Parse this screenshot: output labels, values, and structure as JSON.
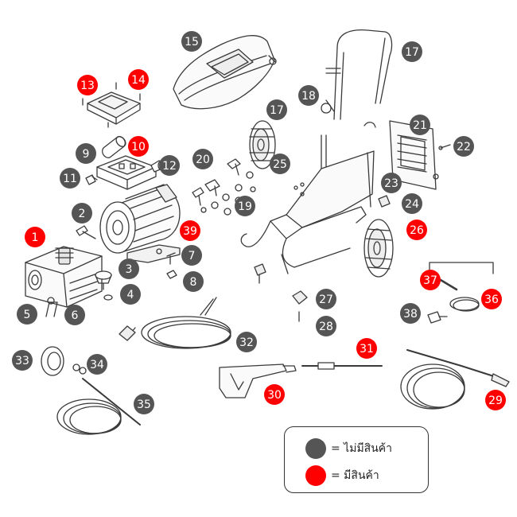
{
  "colors": {
    "unavailable": "#555555",
    "available": "#ff0000",
    "line": "#3a3a3a",
    "light": "#f5f5f5"
  },
  "parts": [
    {
      "num": "1",
      "status": "available"
    },
    {
      "num": "2",
      "status": "unavailable"
    },
    {
      "num": "3",
      "status": "unavailable"
    },
    {
      "num": "4",
      "status": "unavailable"
    },
    {
      "num": "5",
      "status": "unavailable"
    },
    {
      "num": "6",
      "status": "unavailable"
    },
    {
      "num": "7",
      "status": "unavailable"
    },
    {
      "num": "8",
      "status": "unavailable"
    },
    {
      "num": "9",
      "status": "unavailable"
    },
    {
      "num": "10",
      "status": "available"
    },
    {
      "num": "11",
      "status": "unavailable"
    },
    {
      "num": "12",
      "status": "unavailable"
    },
    {
      "num": "13",
      "status": "available"
    },
    {
      "num": "14",
      "status": "available"
    },
    {
      "num": "15",
      "status": "unavailable"
    },
    {
      "num": "17",
      "status": "unavailable"
    },
    {
      "num": "17",
      "status": "unavailable"
    },
    {
      "num": "18",
      "status": "unavailable"
    },
    {
      "num": "19",
      "status": "unavailable"
    },
    {
      "num": "20",
      "status": "unavailable"
    },
    {
      "num": "21",
      "status": "unavailable"
    },
    {
      "num": "22",
      "status": "unavailable"
    },
    {
      "num": "23",
      "status": "unavailable"
    },
    {
      "num": "24",
      "status": "unavailable"
    },
    {
      "num": "25",
      "status": "unavailable"
    },
    {
      "num": "26",
      "status": "available"
    },
    {
      "num": "27",
      "status": "unavailable"
    },
    {
      "num": "28",
      "status": "unavailable"
    },
    {
      "num": "29",
      "status": "available"
    },
    {
      "num": "30",
      "status": "available"
    },
    {
      "num": "31",
      "status": "available"
    },
    {
      "num": "32",
      "status": "unavailable"
    },
    {
      "num": "33",
      "status": "unavailable"
    },
    {
      "num": "34",
      "status": "unavailable"
    },
    {
      "num": "35",
      "status": "unavailable"
    },
    {
      "num": "36",
      "status": "available"
    },
    {
      "num": "37",
      "status": "available"
    },
    {
      "num": "38",
      "status": "unavailable"
    },
    {
      "num": "39",
      "status": "available"
    }
  ],
  "legend": {
    "unavailable_text": "= ไม่มีสินค้า",
    "available_text": "= มีสินค้า"
  }
}
